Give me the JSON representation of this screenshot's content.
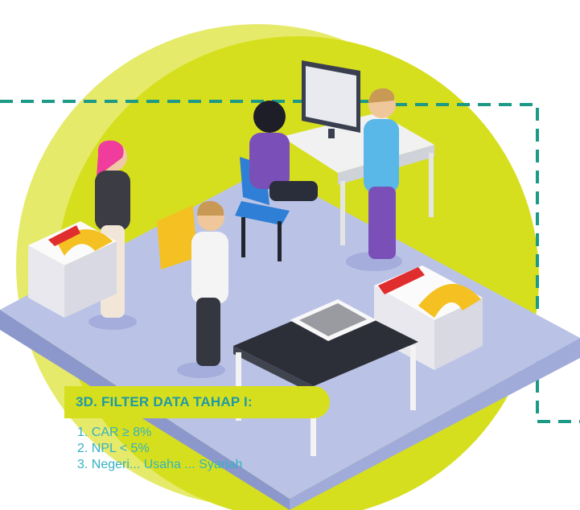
{
  "section": {
    "title": "3D. FILTER DATA TAHAP I:",
    "criteria": [
      "1.  CAR ≥ 8%",
      "2.  NPL < 5%",
      "3.  Negeri... Usaha ... Syariah"
    ]
  },
  "colors": {
    "circle": "#d6df1e",
    "circle_light": "#e3e85a",
    "dashed_line": "#1c9a86",
    "platform_top": "#bac3e6",
    "platform_side": "#8c97cc",
    "text_accent": "#35b2c1",
    "title_accent": "#1e9aa6"
  }
}
